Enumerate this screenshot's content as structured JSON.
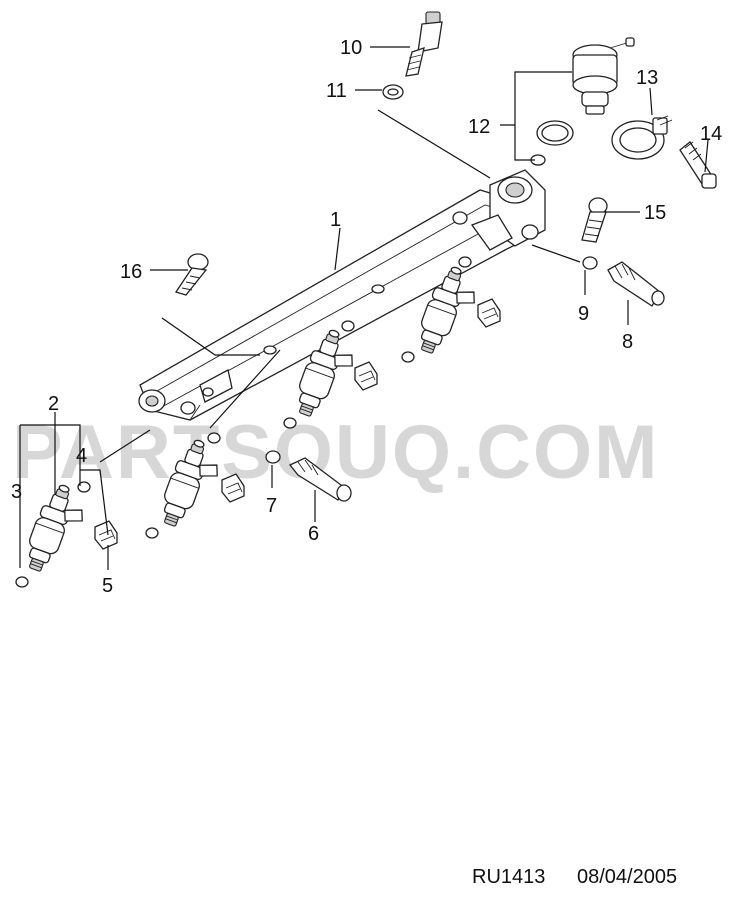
{
  "watermark": "PARTSOUQ.COM",
  "footer": {
    "code": "RU1413",
    "date": "08/04/2005"
  },
  "callouts": [
    "1",
    "2",
    "3",
    "4",
    "5",
    "6",
    "7",
    "8",
    "9",
    "10",
    "11",
    "12",
    "13",
    "14",
    "15",
    "16"
  ]
}
